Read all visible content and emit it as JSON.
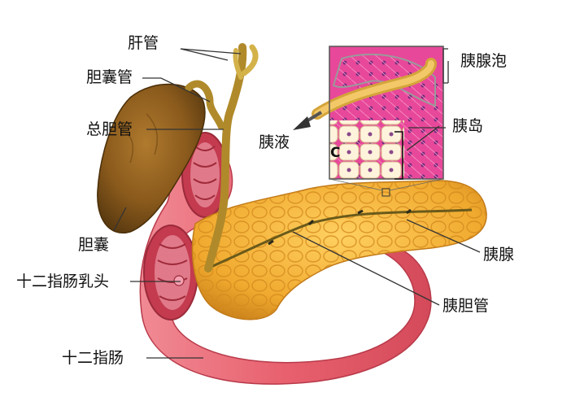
{
  "labels": {
    "hepatic_duct": "肝管",
    "cystic_duct": "胆囊管",
    "common_bile_duct": "总胆管",
    "gallbladder": "胆囊",
    "duodenal_papilla": "十二指肠乳头",
    "duodenum": "十二指肠",
    "pancreatic_juice": "胰液",
    "acinus": "胰腺泡",
    "islet": "胰岛",
    "pancreas": "胰腺",
    "pancreatic_duct": "胰胆管",
    "inset_letter": "C"
  },
  "colors": {
    "gallbladder": "#8a5a1c",
    "duct": "#b08a2a",
    "duodenum": "#e8606e",
    "duodenum_inner": "#c43a4e",
    "pancreas": "#f0a92e",
    "acinus_pink": "#e8489a",
    "inset_bg": "#f4ead8"
  }
}
